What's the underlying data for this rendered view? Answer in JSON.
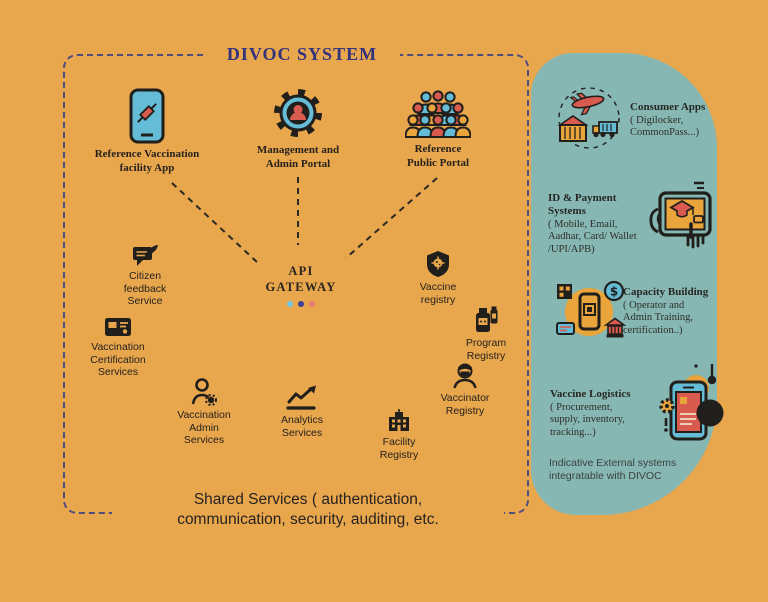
{
  "colors": {
    "background": "#e8a64d",
    "panel_teal": "#86b7b2",
    "title_navy": "#32327d",
    "border_navy": "#4e4e7e",
    "ink": "#211f1c",
    "icon_blue": "#64bcd6",
    "icon_red": "#d95b4f",
    "icon_orange": "#e9a43c",
    "api_dot_blue": "#6fc7e0",
    "api_dot_navy": "#3f3f95",
    "api_dot_red": "#e07a72"
  },
  "divoc": {
    "title": "DIVOC SYSTEM",
    "top_nodes": [
      {
        "icon": "phone-syringe-icon",
        "label": "Reference Vaccination\nfacility App"
      },
      {
        "icon": "gear-person-icon",
        "label": "Management and\nAdmin Portal"
      },
      {
        "icon": "people-crowd-icon",
        "label": "Reference\nPublic Portal"
      }
    ],
    "api_gateway": {
      "label": "API\nGATEWAY"
    },
    "services": [
      {
        "icon": "feedback-icon",
        "label": "Citizen\nfeedback\nService"
      },
      {
        "icon": "certificate-icon",
        "label": "Vaccination\nCertification\nServices"
      },
      {
        "icon": "shield-virus-icon",
        "label": "Vaccine\nregistry"
      },
      {
        "icon": "vaccine-bottles-icon",
        "label": "Program\nRegistry"
      },
      {
        "icon": "masked-person-icon",
        "label": "Vaccinator\nRegistry"
      },
      {
        "icon": "building-icon",
        "label": "Facility\nRegistry"
      },
      {
        "icon": "person-gear-icon",
        "label": "Vaccination\nAdmin\nServices"
      },
      {
        "icon": "trend-chart-icon",
        "label": "Analytics\nServices"
      }
    ],
    "shared_services": "Shared Services ( authentication,\ncommunication, security, auditing, etc."
  },
  "external_panel": {
    "items": [
      {
        "icon": "logistics-transport-icon",
        "title": "Consumer Apps",
        "desc": "( Digilocker,\nCommonPass...)"
      },
      {
        "icon": "tablet-hands-icon",
        "title": "ID & Payment\nSystems",
        "desc": "( Mobile, Email,\nAadhar, Card/ Wallet\n/UPI/APB)"
      },
      {
        "icon": "phone-training-icon",
        "title": "Capacity Building",
        "desc": "( Operator and\nAdmin Training,\ncertification..)"
      },
      {
        "icon": "phone-tracking-icon",
        "title": "Vaccine Logistics",
        "desc": "( Procurement,\nsupply, inventory,\ntracking...)"
      }
    ],
    "footer": "Indicative External systems\nintegratable with DIVOC"
  }
}
